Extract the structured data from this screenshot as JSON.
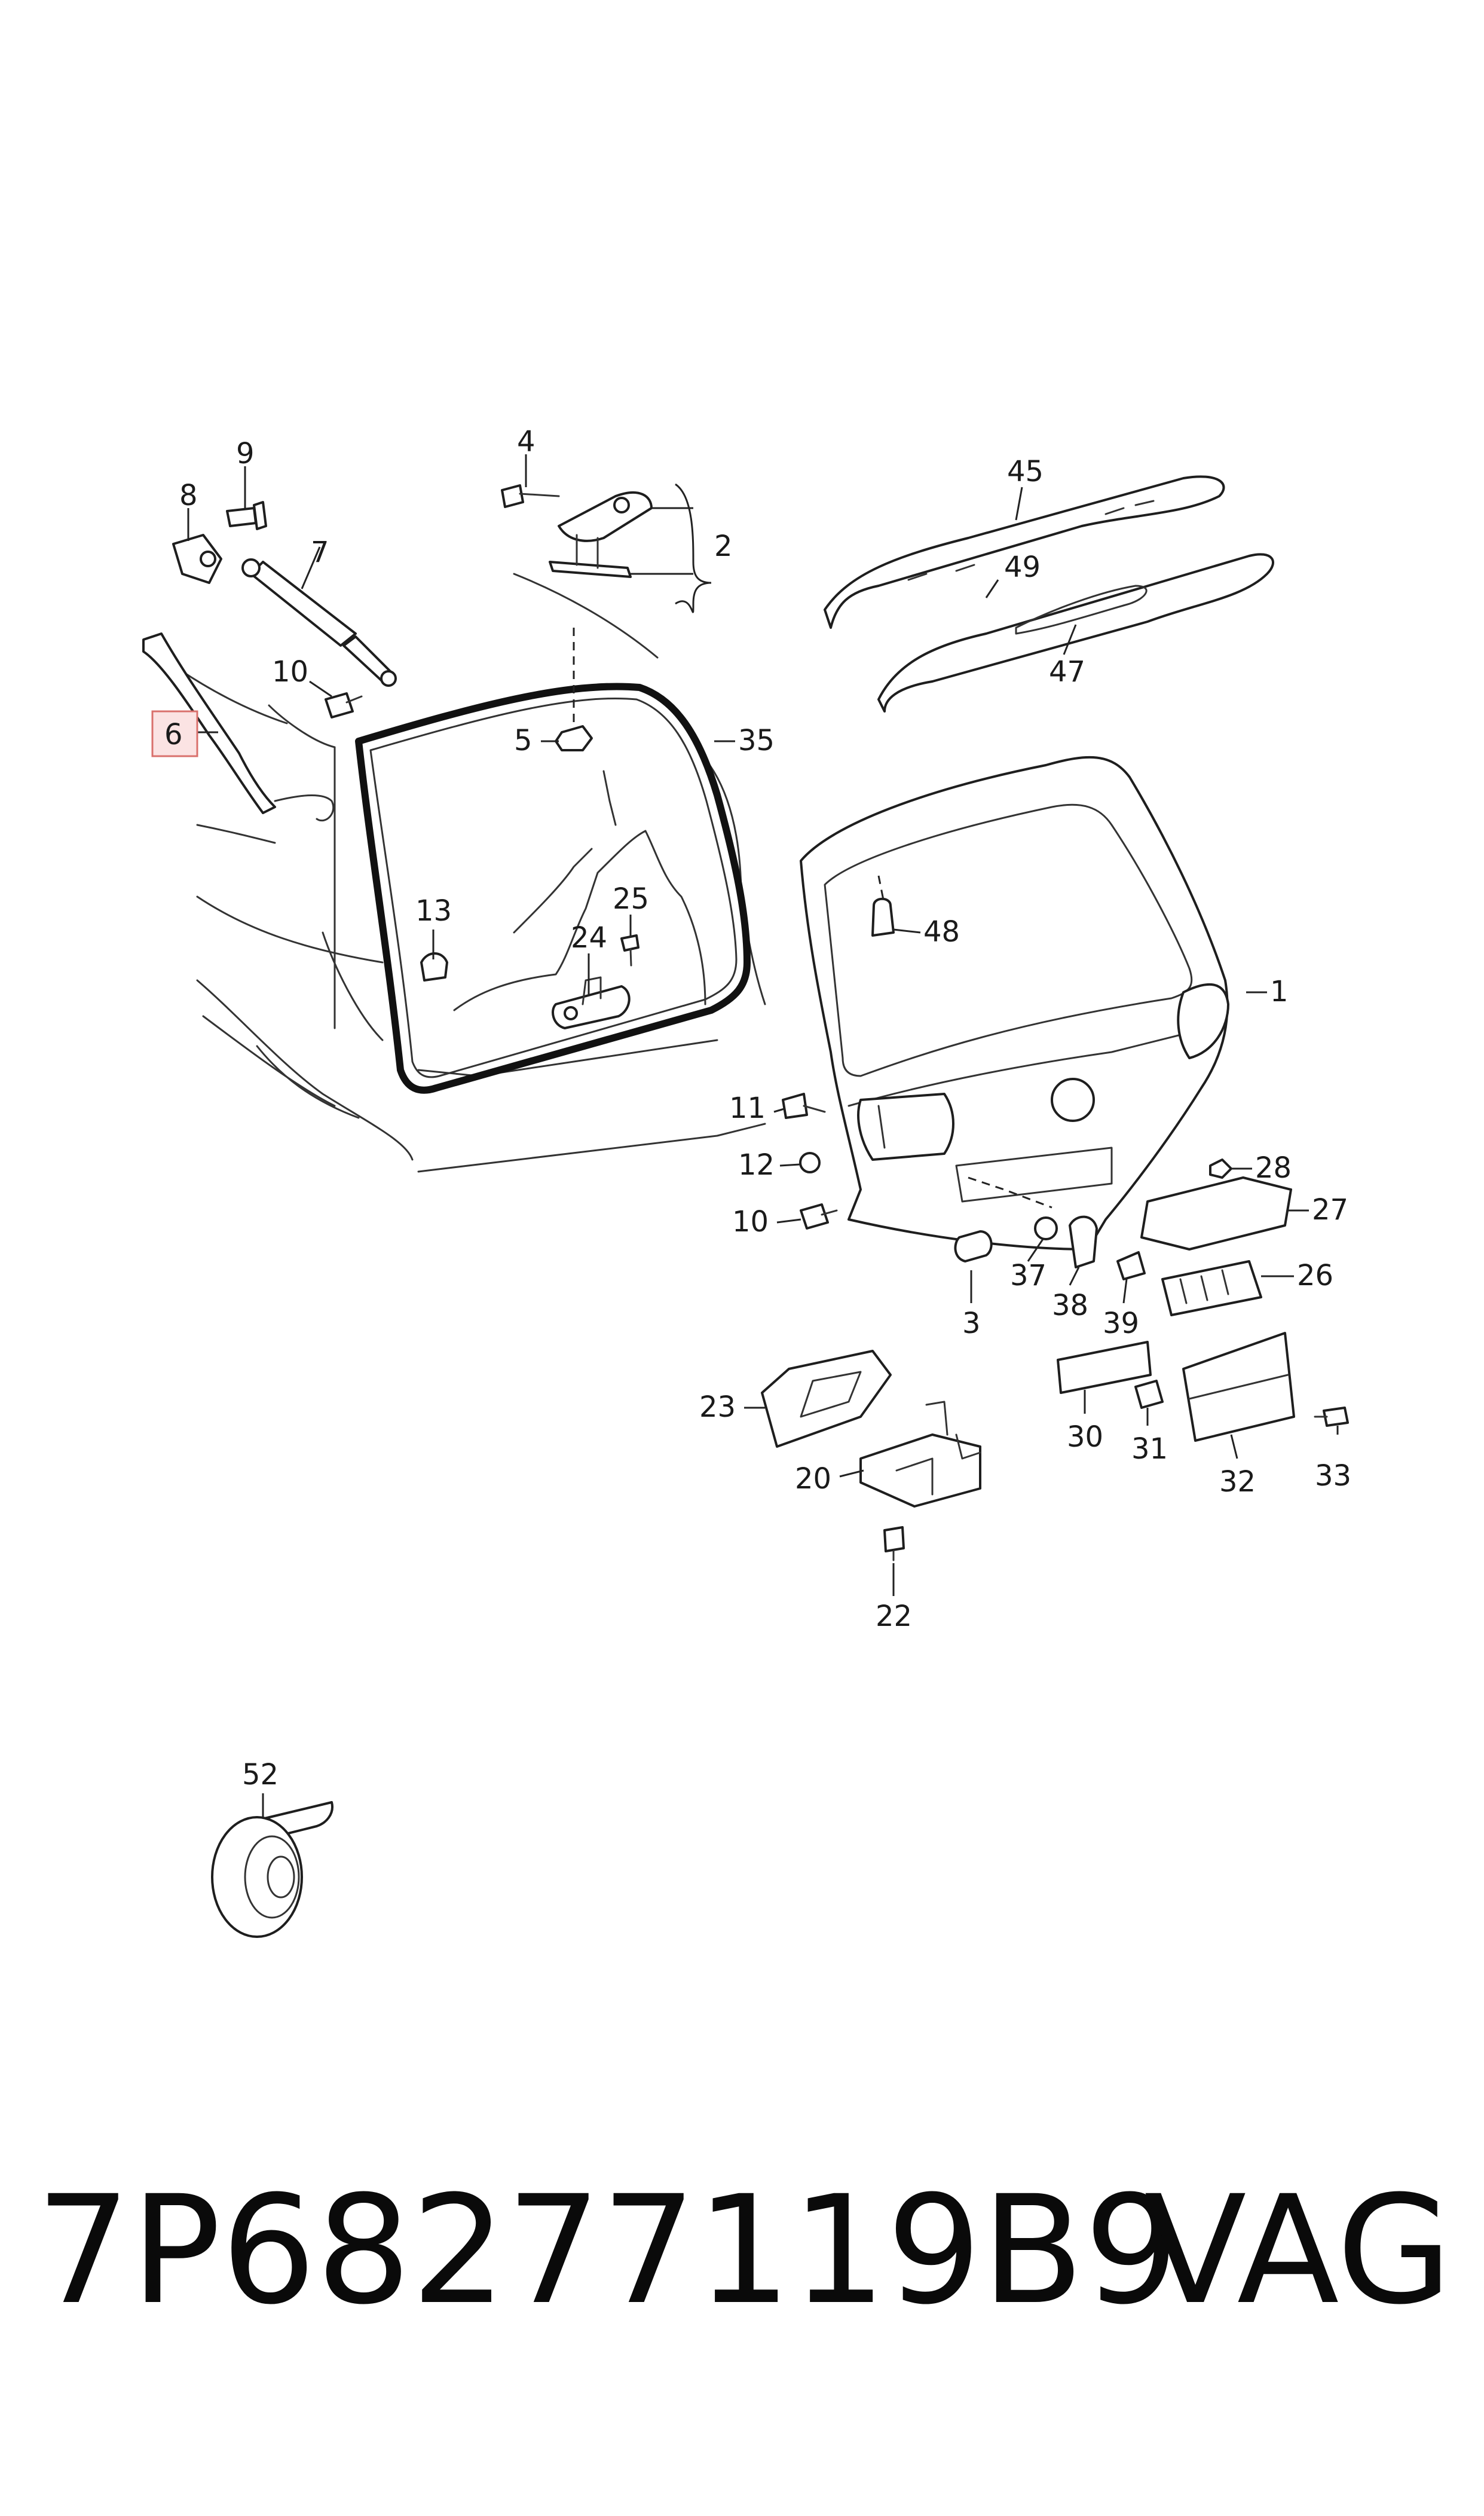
{
  "labels": {
    "l1": "1",
    "l2": "2",
    "l3": "3",
    "l4": "4",
    "l5": "5",
    "l6": "6",
    "l7": "7",
    "l8": "8",
    "l9": "9",
    "l10a": "10",
    "l10b": "10",
    "l11": "11",
    "l12": "12",
    "l13": "13",
    "l20": "20",
    "l22": "22",
    "l23": "23",
    "l24": "24",
    "l25": "25",
    "l26": "26",
    "l27": "27",
    "l28": "28",
    "l30": "30",
    "l31": "31",
    "l32": "32",
    "l33": "33",
    "l35": "35",
    "l37": "37",
    "l38": "38",
    "l39": "39",
    "l45": "45",
    "l47": "47",
    "l48": "48",
    "l49": "49",
    "l52": "52"
  },
  "highlighted_part": "6",
  "highlight_color": "#fbe3e3",
  "footer": {
    "part_number": "7P68277119B9",
    "brand": "VAG"
  }
}
